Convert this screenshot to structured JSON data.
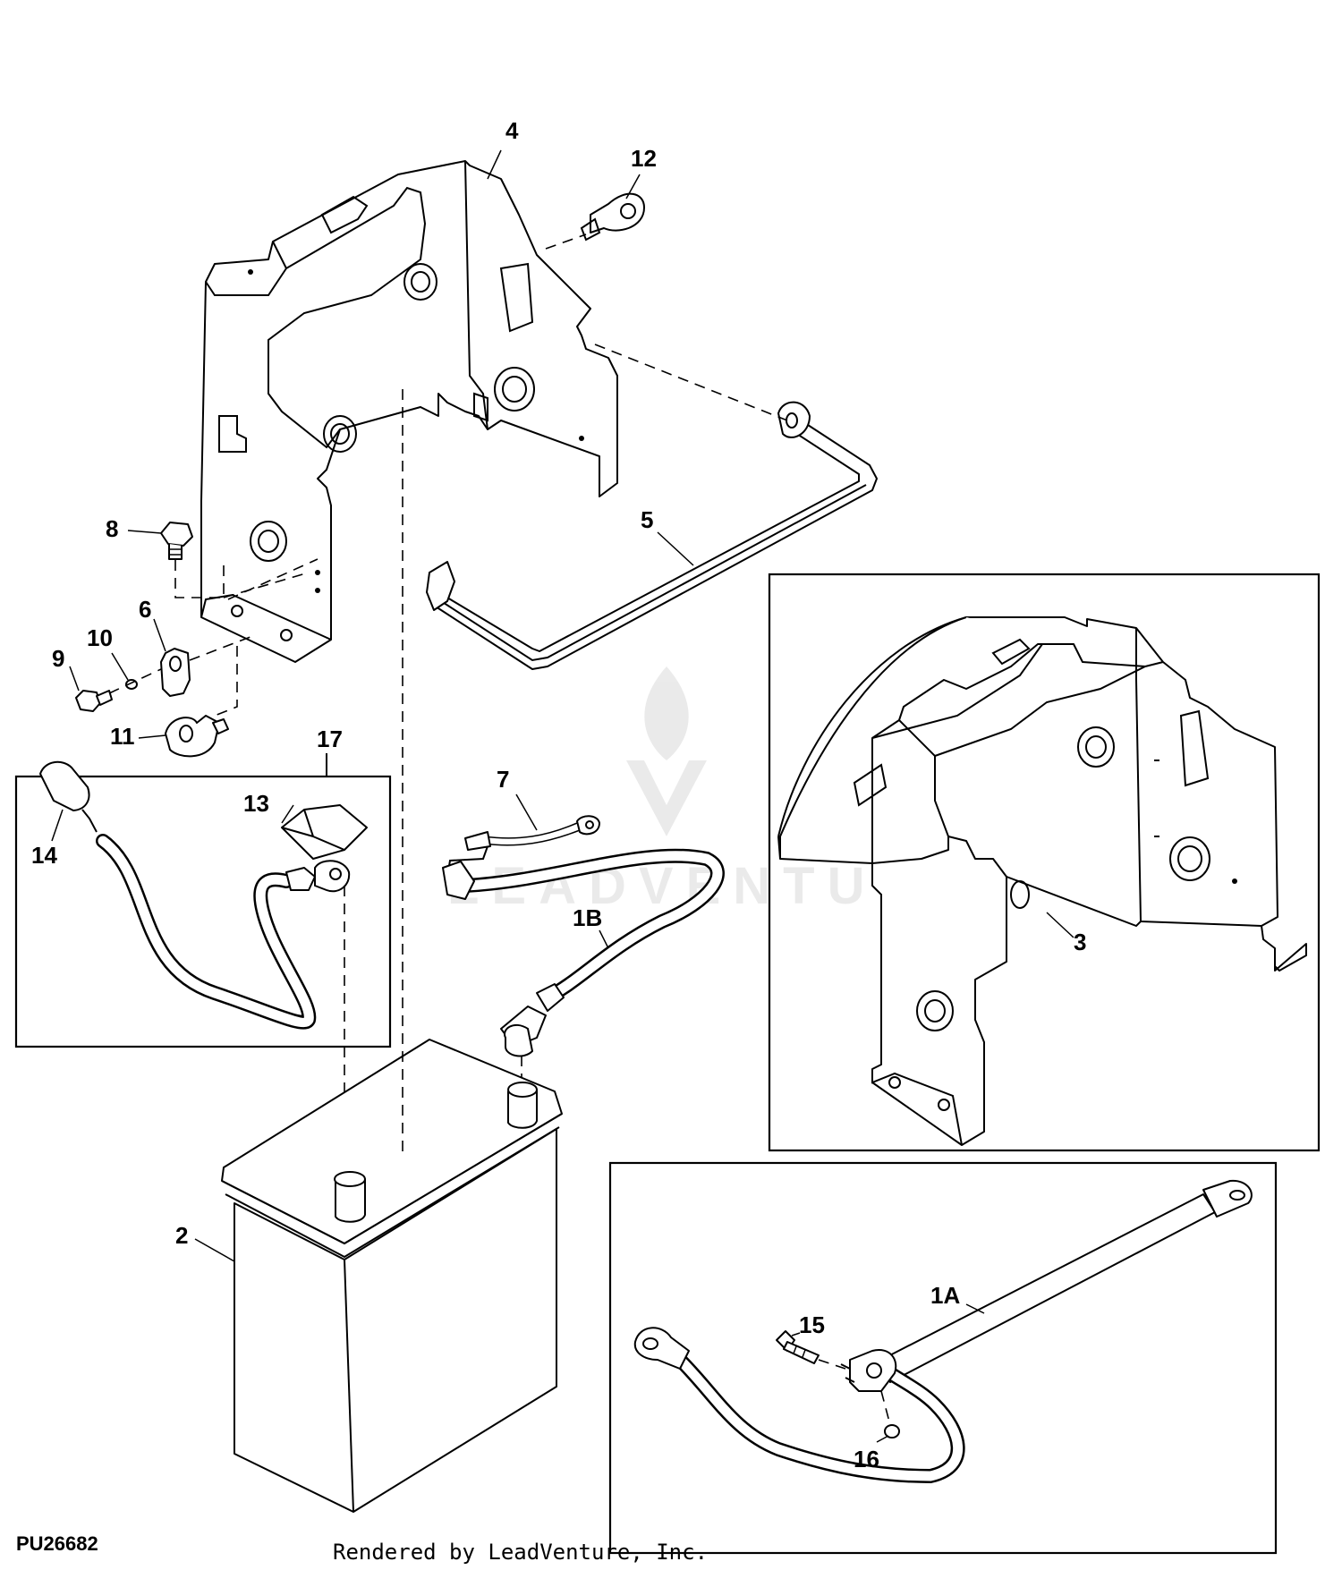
{
  "diagram": {
    "callouts": [
      "4",
      "12",
      "5",
      "8",
      "6",
      "10",
      "9",
      "11",
      "17",
      "13",
      "14",
      "7",
      "1B",
      "3",
      "2",
      "1A",
      "15",
      "16"
    ],
    "figure_code": "PU26682",
    "credit": "Rendered by LeadVenture, Inc.",
    "watermark": "LEADVENTURE"
  }
}
